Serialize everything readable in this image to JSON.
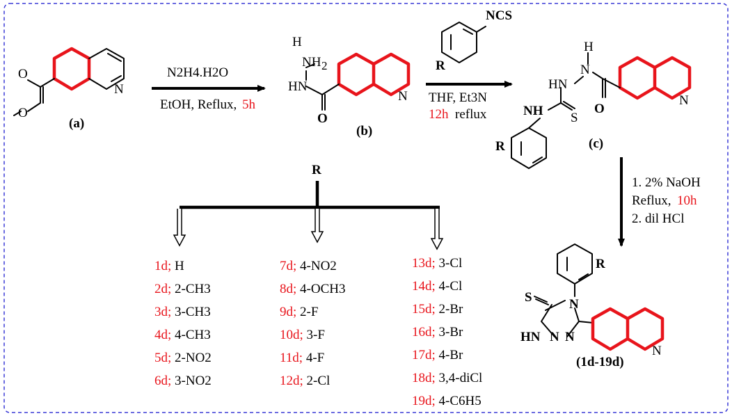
{
  "compounds": {
    "a": "(a)",
    "b": "(b)",
    "c": "(c)",
    "final": "(1d-19d)"
  },
  "atoms": {
    "N": "N",
    "O": "O",
    "S": "S",
    "R": "R",
    "NH": "NH",
    "HN": "HN",
    "H": "H",
    "NH2": "NH",
    "HN_b": "HN",
    "NCS": "NCS",
    "HN_tri": "HN",
    "N_tri": "N"
  },
  "steps": {
    "step1_top": "N2H4.H2O",
    "step1_bottom": "EtOH, Reflux,",
    "step1_time": "5h",
    "step2_top": "THF, Et3N",
    "step2_time": "12h",
    "step2_bottom": "reflux",
    "step3_line1": "1. 2% NaOH",
    "step3_line2": "Reflux,",
    "step3_time": "10h",
    "step3_line3": "2. dil HCl"
  },
  "substituents": {
    "header": "R",
    "col1": [
      {
        "id": "1d;",
        "r": " H"
      },
      {
        "id": "2d;",
        "r": " 2-CH3"
      },
      {
        "id": "3d;",
        "r": " 3-CH3"
      },
      {
        "id": "4d;",
        "r": " 4-CH3"
      },
      {
        "id": "5d;",
        "r": " 2-NO2"
      },
      {
        "id": "6d;",
        "r": " 3-NO2"
      }
    ],
    "col2": [
      {
        "id": "7d;",
        "r": " 4-NO2"
      },
      {
        "id": "8d;",
        "r": " 4-OCH3"
      },
      {
        "id": "9d;",
        "r": " 2-F"
      },
      {
        "id": "10d;",
        "r": " 3-F"
      },
      {
        "id": "11d;",
        "r": " 4-F"
      },
      {
        "id": "12d;",
        "r": " 2-Cl"
      }
    ],
    "col3": [
      {
        "id": "13d;",
        "r": " 3-Cl"
      },
      {
        "id": "14d;",
        "r": " 4-Cl"
      },
      {
        "id": "15d;",
        "r": " 2-Br"
      },
      {
        "id": "16d;",
        "r": " 3-Br"
      },
      {
        "id": "17d;",
        "r": " 4-Br"
      },
      {
        "id": "18d;",
        "r": " 3,4-diCl"
      },
      {
        "id": "19d;",
        "r": " 4-C6H5"
      }
    ]
  },
  "colors": {
    "highlight": "#e8141b",
    "border": "#3a3ad6"
  }
}
